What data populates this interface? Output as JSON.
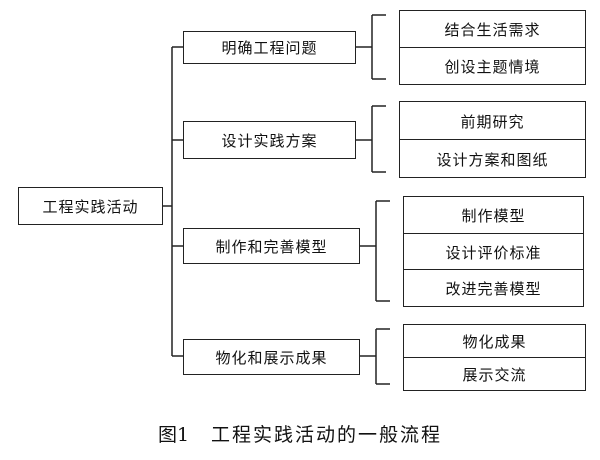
{
  "root": {
    "label": "工程实践活动"
  },
  "steps": [
    {
      "label": "明确工程问题",
      "details": [
        "结合生活需求",
        "创设主题情境"
      ]
    },
    {
      "label": "设计实践方案",
      "details": [
        "前期研究",
        "设计方案和图纸"
      ]
    },
    {
      "label": "制作和完善模型",
      "details": [
        "制作模型",
        "设计评价标准",
        "改进完善模型"
      ]
    },
    {
      "label": "物化和展示成果",
      "details": [
        "物化成果",
        "展示交流"
      ]
    }
  ],
  "caption": {
    "number": "图1",
    "text": "工程实践活动的一般流程"
  }
}
